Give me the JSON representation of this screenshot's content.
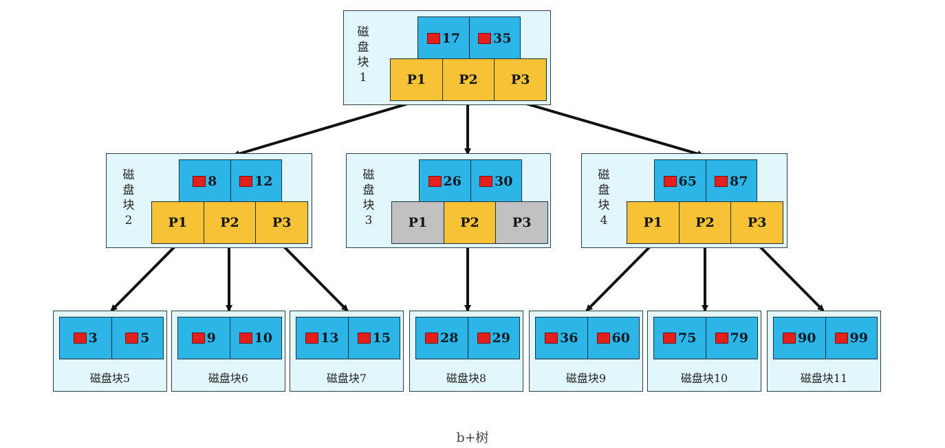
{
  "caption": "b+树",
  "colors": {
    "panel_bg": "#e1f7fb",
    "key_bg": "#2cb6e8",
    "pointer_active": "#f7c235",
    "pointer_inactive": "#c1c1c1",
    "marker": "#e1201c",
    "arrow": "#111111"
  },
  "root": {
    "label": "磁盘块1",
    "keys": [
      "17",
      "35"
    ],
    "pointers": [
      {
        "label": "P1",
        "active": true
      },
      {
        "label": "P2",
        "active": true
      },
      {
        "label": "P3",
        "active": true
      }
    ]
  },
  "internal": [
    {
      "label": "磁盘块2",
      "keys": [
        "8",
        "12"
      ],
      "pointers": [
        {
          "label": "P1",
          "active": true
        },
        {
          "label": "P2",
          "active": true
        },
        {
          "label": "P3",
          "active": true
        }
      ]
    },
    {
      "label": "磁盘块3",
      "keys": [
        "26",
        "30"
      ],
      "pointers": [
        {
          "label": "P1",
          "active": false
        },
        {
          "label": "P2",
          "active": true
        },
        {
          "label": "P3",
          "active": false
        }
      ]
    },
    {
      "label": "磁盘块4",
      "keys": [
        "65",
        "87"
      ],
      "pointers": [
        {
          "label": "P1",
          "active": true
        },
        {
          "label": "P2",
          "active": true
        },
        {
          "label": "P3",
          "active": true
        }
      ]
    }
  ],
  "leaves": [
    {
      "label": "磁盘块5",
      "keys": [
        "3",
        "5"
      ]
    },
    {
      "label": "磁盘块6",
      "keys": [
        "9",
        "10"
      ]
    },
    {
      "label": "磁盘块7",
      "keys": [
        "13",
        "15"
      ]
    },
    {
      "label": "磁盘块8",
      "keys": [
        "28",
        "29"
      ]
    },
    {
      "label": "磁盘块9",
      "keys": [
        "36",
        "60"
      ]
    },
    {
      "label": "磁盘块10",
      "keys": [
        "75",
        "79"
      ]
    },
    {
      "label": "磁盘块11",
      "keys": [
        "90",
        "99"
      ]
    }
  ]
}
